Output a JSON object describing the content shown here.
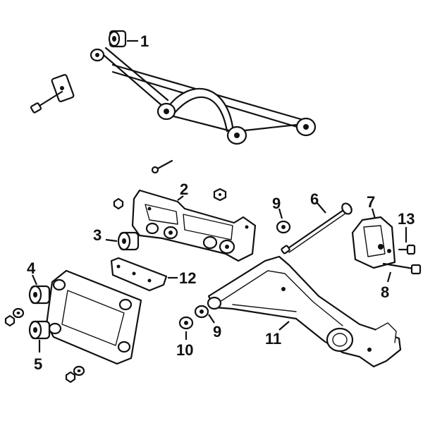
{
  "diagram": {
    "callouts": [
      {
        "id": "c1",
        "label": "1"
      },
      {
        "id": "c2",
        "label": "2"
      },
      {
        "id": "c3",
        "label": "3"
      },
      {
        "id": "c4",
        "label": "4"
      },
      {
        "id": "c5",
        "label": "5"
      },
      {
        "id": "c6",
        "label": "6"
      },
      {
        "id": "c7",
        "label": "7"
      },
      {
        "id": "c8",
        "label": "8"
      },
      {
        "id": "c9a",
        "label": "9"
      },
      {
        "id": "c9b",
        "label": "9"
      },
      {
        "id": "c10",
        "label": "10"
      },
      {
        "id": "c11",
        "label": "11"
      },
      {
        "id": "c12",
        "label": "12"
      },
      {
        "id": "c13",
        "label": "13"
      }
    ]
  }
}
